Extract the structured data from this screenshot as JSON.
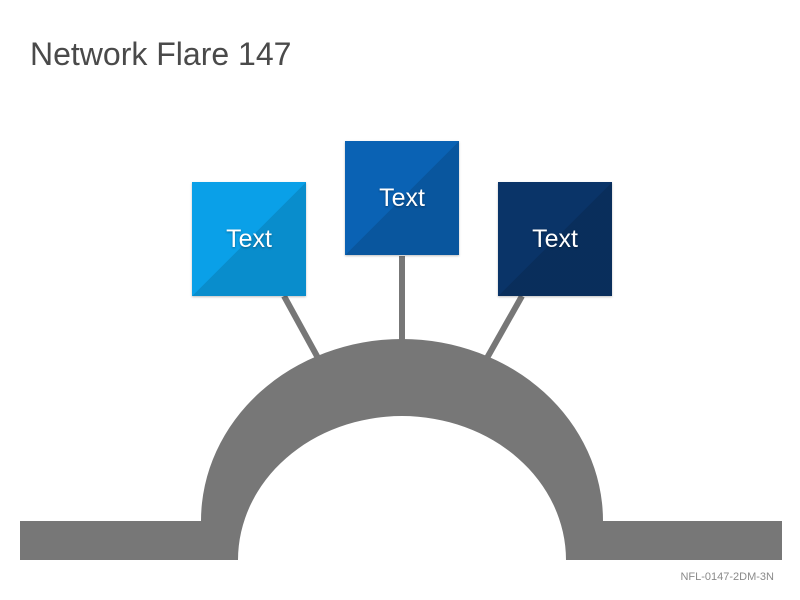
{
  "title": "Network Flare 147",
  "nodes": [
    {
      "label": "Text",
      "color": "#0aa0e8"
    },
    {
      "label": "Text",
      "color": "#0a62b4"
    },
    {
      "label": "Text",
      "color": "#0a3468"
    }
  ],
  "line_color": "#777777",
  "footer_code": "NFL-0147-2DM-3N"
}
